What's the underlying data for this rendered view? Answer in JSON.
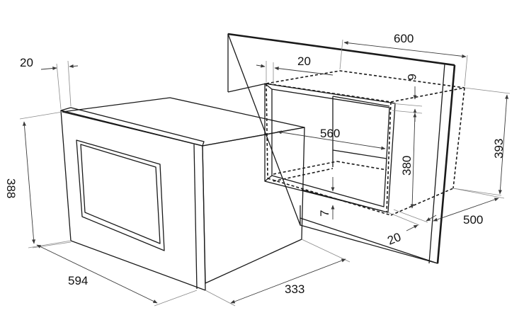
{
  "diagram": {
    "oven": {
      "width": "594",
      "height": "388",
      "depth": "333",
      "front_frame": "20"
    },
    "niche": {
      "width": "600",
      "inner_width": "560",
      "height": "393",
      "inner_height": "380",
      "depth": "500",
      "top_gap": "6",
      "bottom_gap": "7",
      "side_panel": "20",
      "front_panel": "20"
    }
  },
  "colors": {
    "line": "#1a1a1a",
    "dimension_line": "#3a3a3a",
    "background": "#ffffff"
  }
}
